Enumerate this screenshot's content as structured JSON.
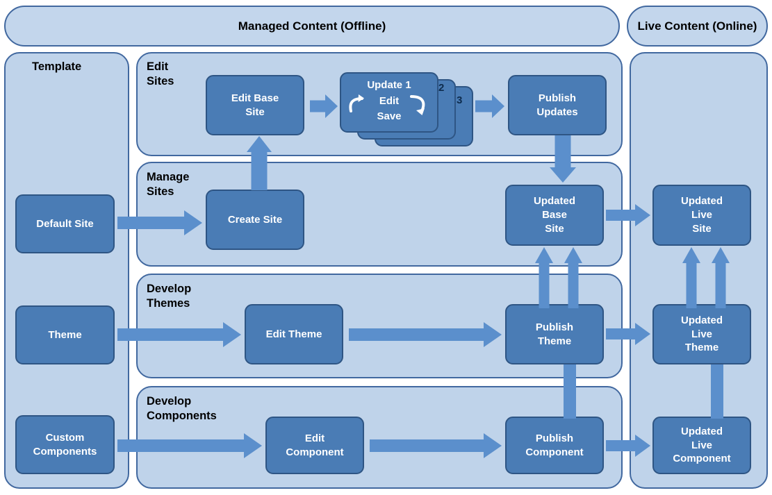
{
  "banners": {
    "managed": "Managed Content\n(Offline)",
    "live": "Live Content\n(Online)"
  },
  "panels": {
    "template": "Template",
    "edit_sites": "Edit\nSites",
    "manage_sites": "Manage\nSites",
    "develop_themes": "Develop\nThemes",
    "develop_components": "Develop\nComponents",
    "live": ""
  },
  "nodes": {
    "default_site": "Default  Site",
    "theme": "Theme",
    "custom_components": "Custom\nComponents",
    "edit_base_site": "Edit  Base\nSite",
    "update_title": "Update 1",
    "update_edit": "Edit",
    "update_save": "Save",
    "stack_2": "2",
    "stack_3": "3",
    "publish_updates": "Publish\nUpdates",
    "create_site": "Create  Site",
    "updated_base_site": "Updated\nBase\nSite",
    "edit_theme": "Edit  Theme",
    "publish_theme": "Publish\nTheme",
    "edit_component": "Edit\nComponent",
    "publish_component": "Publish\nComponent",
    "updated_live_site": "Updated\nLive\nSite",
    "updated_live_theme": "Updated\nLive\nTheme",
    "updated_live_component": "Updated\nLive\nComponent"
  },
  "colors": {
    "panel_fill": "#bfd3ea",
    "panel_border": "#41689f",
    "node_fill": "#4a7cb5",
    "node_border": "#2e5584",
    "arrow": "#5b8fcc",
    "text_light": "#ffffff",
    "text_dark": "#000000"
  }
}
